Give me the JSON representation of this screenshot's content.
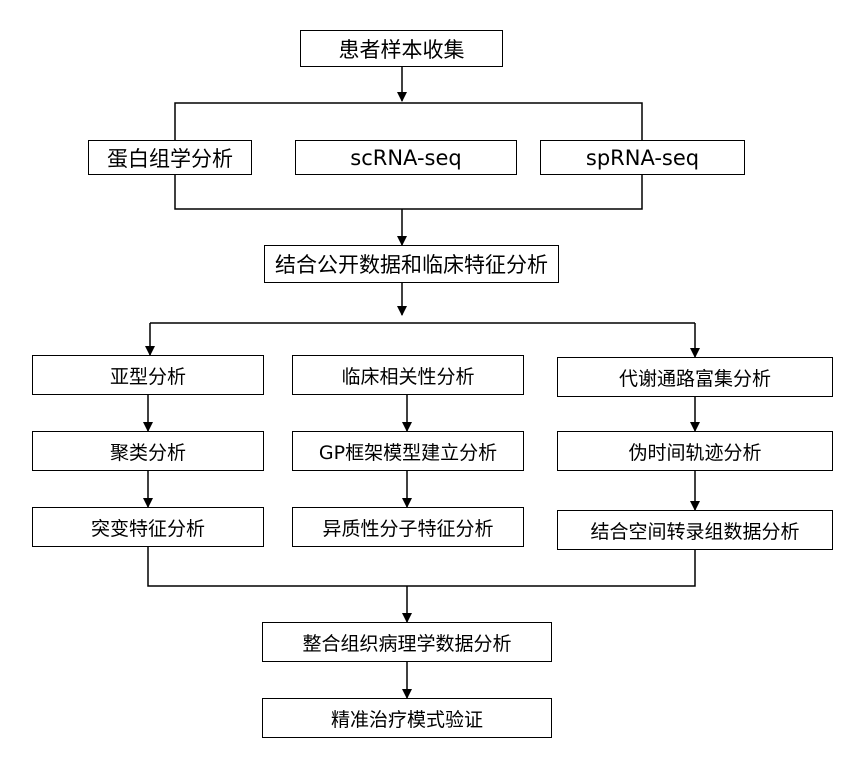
{
  "diagram": {
    "nodes": {
      "collect": "患者样本收集",
      "proteomics": "蛋白组学分析",
      "scrna": "scRNA-seq",
      "sprna": "spRNA-seq",
      "combine_public": "结合公开数据和临床特征分析",
      "subtype": "亚型分析",
      "clinical_corr": "临床相关性分析",
      "metabolic": "代谢通路富集分析",
      "cluster": "聚类分析",
      "gp_model": "GP框架模型建立分析",
      "pseudotime": "伪时间轨迹分析",
      "mutation": "突变特征分析",
      "heterogeneity": "异质性分子特征分析",
      "spatial": "结合空间转录组数据分析",
      "histopath": "整合组织病理学数据分析",
      "precision": "精准治疗模式验证"
    },
    "line_color": "#000000"
  }
}
